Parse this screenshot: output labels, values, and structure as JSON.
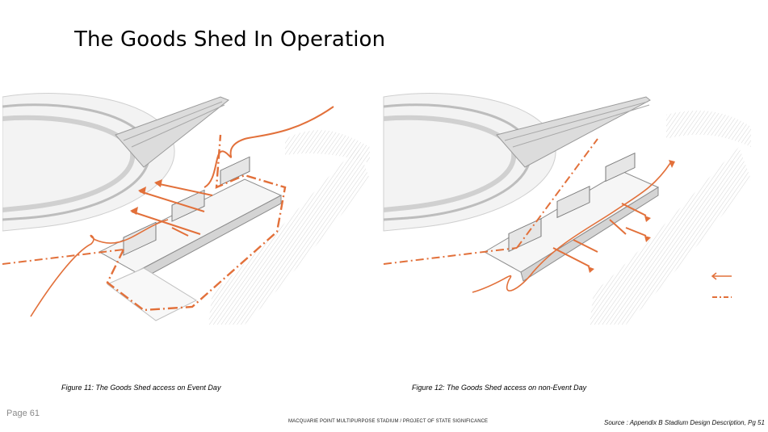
{
  "title": "The Goods Shed In Operation",
  "figures": [
    {
      "caption": "Figure 11: The Goods Shed access on Event Day"
    },
    {
      "caption": "Figure 12: The Goods Shed access on non-Event Day"
    }
  ],
  "page_label": "Page 61",
  "footer_text": "MACQUARIE POINT MULTIPURPOSE STADIUM / PROJECT OF STATE SIGNIFICANCE",
  "source_text": "Source : Appendix B Stadium Design Description, Pg 51",
  "colors": {
    "accent": "#e2703a",
    "structure": "#c8c8c8"
  }
}
